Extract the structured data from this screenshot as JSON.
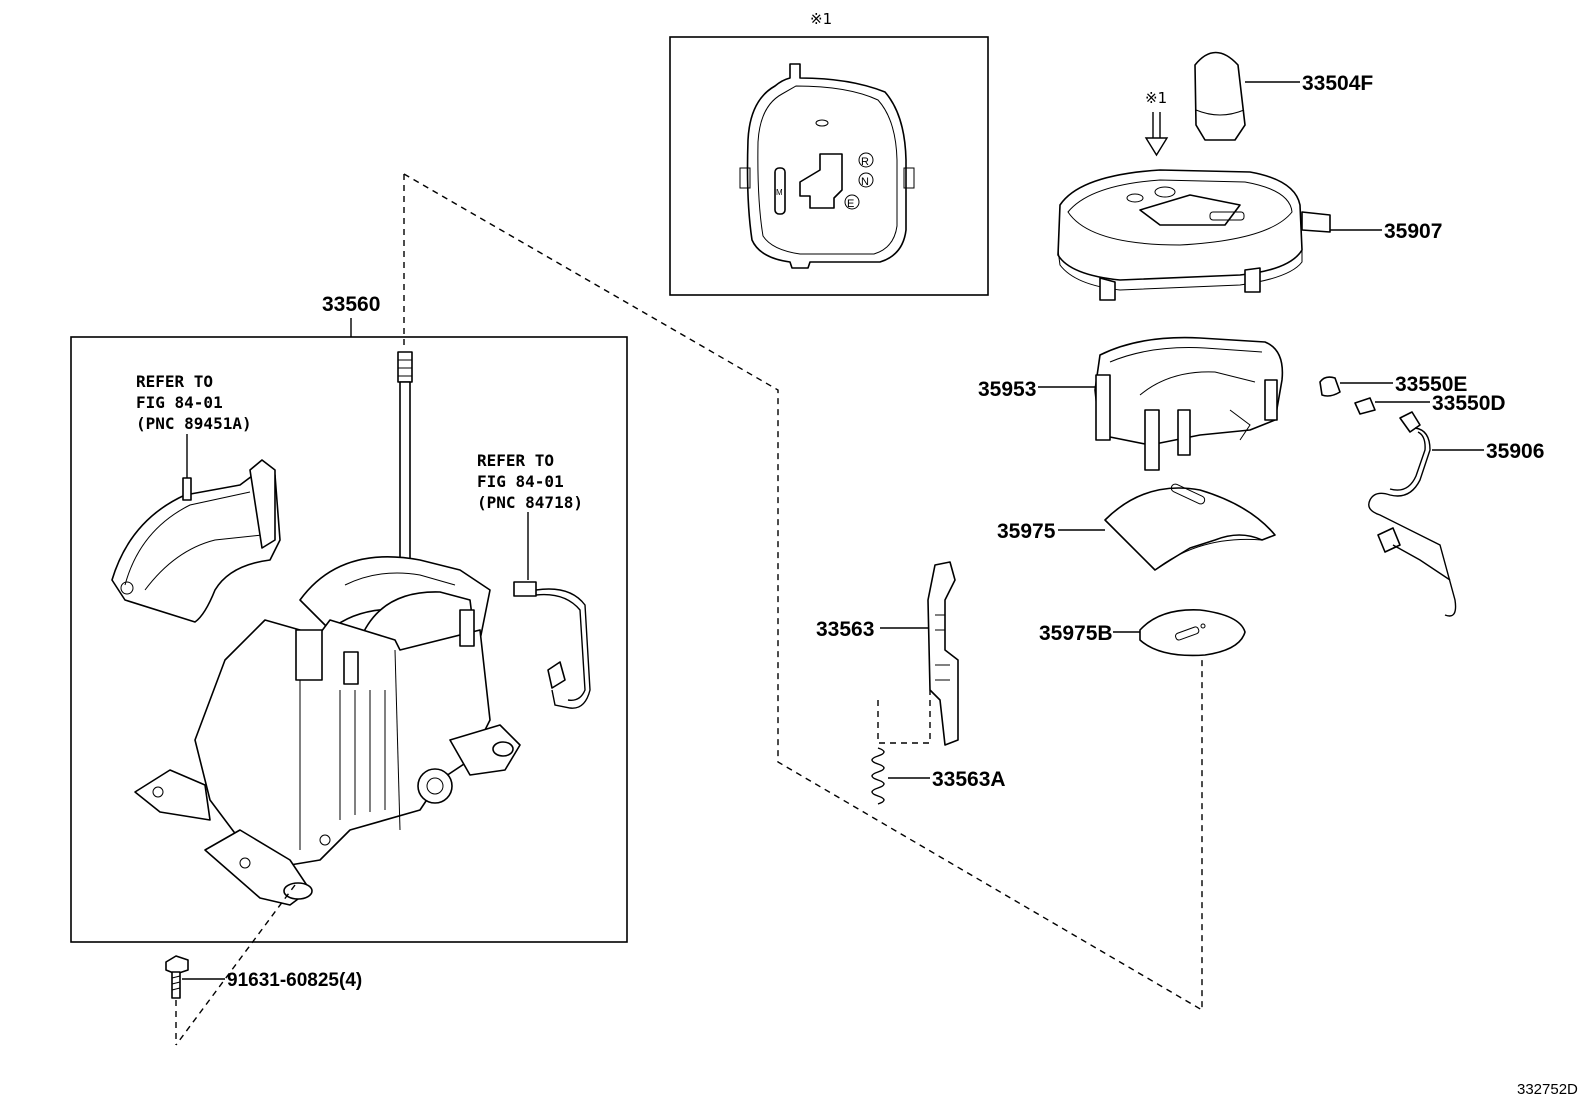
{
  "callouts": {
    "p33560": "33560",
    "p33504F": "33504F",
    "p35907": "35907",
    "p35953": "35953",
    "p33550E": "33550E",
    "p33550D": "33550D",
    "p35906": "35906",
    "p35975": "35975",
    "p35975B": "35975B",
    "p33563": "33563",
    "p33563A": "33563A",
    "p91631": "91631-60825(4)"
  },
  "notes": {
    "ref1": [
      "REFER TO",
      "FIG 84-01",
      "(PNC 89451A)"
    ],
    "ref2": [
      "REFER TO",
      "FIG 84-01",
      "(PNC 84718)"
    ]
  },
  "symbols": {
    "inset": "※1",
    "arrow": "※1"
  },
  "gate_letters": {
    "r": "R",
    "n": "N",
    "e": "E",
    "m": "M"
  },
  "drawing_code": "332752D"
}
